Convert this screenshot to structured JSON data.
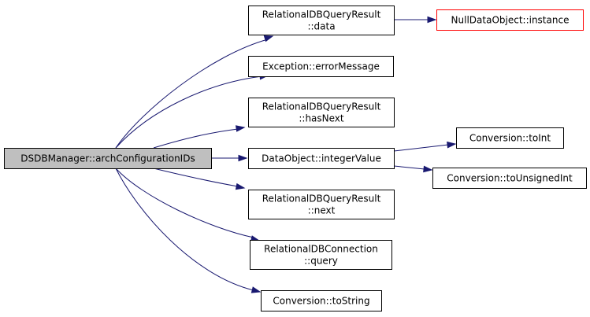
{
  "diagram": {
    "colors": {
      "edge": "#191970",
      "root_fill": "#bfbfbf",
      "node_border": "#000000",
      "highlight_border": "#ff0000",
      "node_fill": "#ffffff"
    },
    "nodes": [
      {
        "id": "root",
        "lines": [
          "DSDBManager::archConfigurationIDs"
        ],
        "style": "root"
      },
      {
        "id": "rdbqr-data",
        "lines": [
          "RelationalDBQueryResult",
          "::data"
        ],
        "style": "normal"
      },
      {
        "id": "exception-errormessage",
        "lines": [
          "Exception::errorMessage"
        ],
        "style": "normal"
      },
      {
        "id": "rdbqr-hasnext",
        "lines": [
          "RelationalDBQueryResult",
          "::hasNext"
        ],
        "style": "normal"
      },
      {
        "id": "dataobject-integervalue",
        "lines": [
          "DataObject::integerValue"
        ],
        "style": "normal"
      },
      {
        "id": "rdbqr-next",
        "lines": [
          "RelationalDBQueryResult",
          "::next"
        ],
        "style": "normal"
      },
      {
        "id": "rdbconn-query",
        "lines": [
          "RelationalDBConnection",
          "::query"
        ],
        "style": "normal"
      },
      {
        "id": "conversion-tostring",
        "lines": [
          "Conversion::toString"
        ],
        "style": "normal"
      },
      {
        "id": "nulldataobject-instance",
        "lines": [
          "NullDataObject::instance"
        ],
        "style": "highlight"
      },
      {
        "id": "conversion-toint",
        "lines": [
          "Conversion::toInt"
        ],
        "style": "normal"
      },
      {
        "id": "conversion-tounsignedint",
        "lines": [
          "Conversion::toUnsignedInt"
        ],
        "style": "normal"
      }
    ],
    "edges": [
      {
        "from": "root",
        "to": "rdbqr-data"
      },
      {
        "from": "root",
        "to": "exception-errormessage"
      },
      {
        "from": "root",
        "to": "rdbqr-hasnext"
      },
      {
        "from": "root",
        "to": "dataobject-integervalue"
      },
      {
        "from": "root",
        "to": "rdbqr-next"
      },
      {
        "from": "root",
        "to": "rdbconn-query"
      },
      {
        "from": "root",
        "to": "conversion-tostring"
      },
      {
        "from": "rdbqr-data",
        "to": "nulldataobject-instance"
      },
      {
        "from": "dataobject-integervalue",
        "to": "conversion-toint"
      },
      {
        "from": "dataobject-integervalue",
        "to": "conversion-tounsignedint"
      }
    ]
  }
}
